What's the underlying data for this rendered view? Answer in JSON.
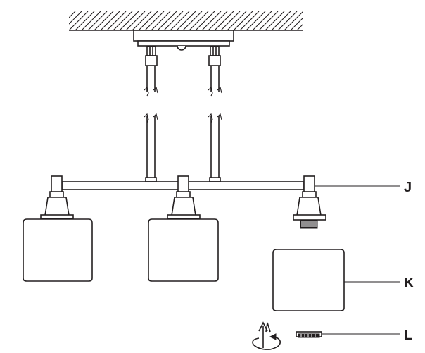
{
  "diagram": {
    "callouts": {
      "j": "J",
      "k": "K",
      "l": "L"
    },
    "colors": {
      "stroke": "#231f20",
      "background": "#ffffff"
    },
    "icons": {
      "rotation": "rotate-screw-icon"
    }
  }
}
